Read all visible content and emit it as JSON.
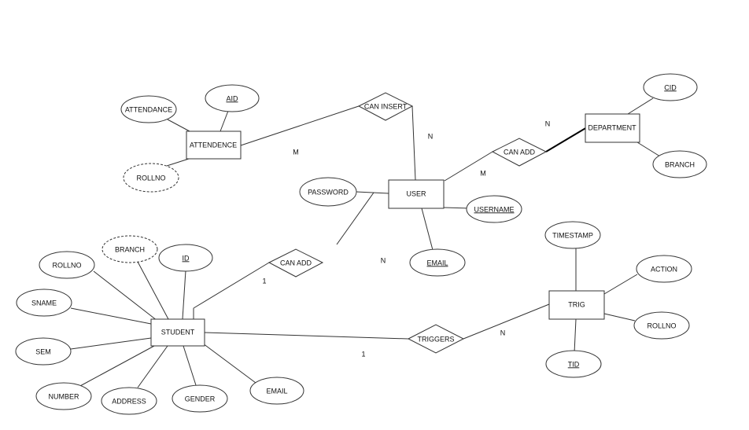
{
  "entities": {
    "attendence": "ATTENDENCE",
    "user": "USER",
    "department": "DEPARTMENT",
    "student": "STUDENT",
    "trig": "TRIG"
  },
  "relationships": {
    "can_insert": "CAN INSERT",
    "can_add_department": "CAN ADD",
    "can_add_student": "CAN ADD",
    "triggers": "TRIGGERS"
  },
  "attributes": {
    "attendance": "ATTENDANCE",
    "aid": "AID",
    "att_rollno": "ROLLNO",
    "cid": "CID",
    "dept_branch": "BRANCH",
    "password": "PASSWORD",
    "username": "USERNAME",
    "email_user": "EMAIL",
    "stu_branch": "BRANCH",
    "stu_rollno": "ROLLNO",
    "stu_id": "ID",
    "sname": "SNAME",
    "sem": "SEM",
    "number": "NUMBER",
    "address": "ADDRESS",
    "gender": "GENDER",
    "email_student": "EMAIL",
    "timestamp": "TIMESTAMP",
    "action": "ACTION",
    "trig_rollno": "ROLLNO",
    "tid": "TID"
  },
  "cardinalities": {
    "insert_att_side": "M",
    "insert_user_side": "N",
    "dept_dept_side": "N",
    "dept_user_side": "M",
    "student_user_side": "N",
    "student_student_side": "1",
    "triggers_student_side": "1",
    "triggers_trig_side": "N"
  }
}
